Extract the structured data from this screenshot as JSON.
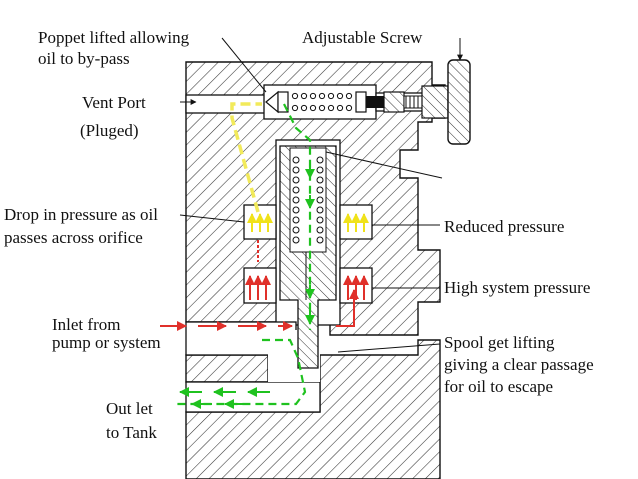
{
  "labels": {
    "poppet_line1": "Poppet lifted allowing",
    "poppet_line2": "oil to by-pass",
    "adjustable_screw": "Adjustable Screw",
    "vent_port_line1": "Vent Port",
    "vent_port_line2": "(Pluged)",
    "drop_line1": "Drop in pressure as oil",
    "drop_line2": "passes across orifice",
    "reduced_pressure": "Reduced pressure",
    "high_pressure": "High system pressure",
    "inlet_line1": "Inlet from",
    "inlet_line2": "pump or system",
    "spool_line1": "Spool get lifting",
    "spool_line2": "giving a clear passage",
    "spool_line3": "for oil to escape",
    "outlet_line1": "Out let",
    "outlet_line2": "to Tank"
  },
  "colors": {
    "hatch": "#333333",
    "outline": "#111111",
    "flow_green": "#1fc21f",
    "flow_red": "#e0302a",
    "flow_yellow": "#f2ea5a",
    "reduced_yellow": "#f0e21a"
  }
}
